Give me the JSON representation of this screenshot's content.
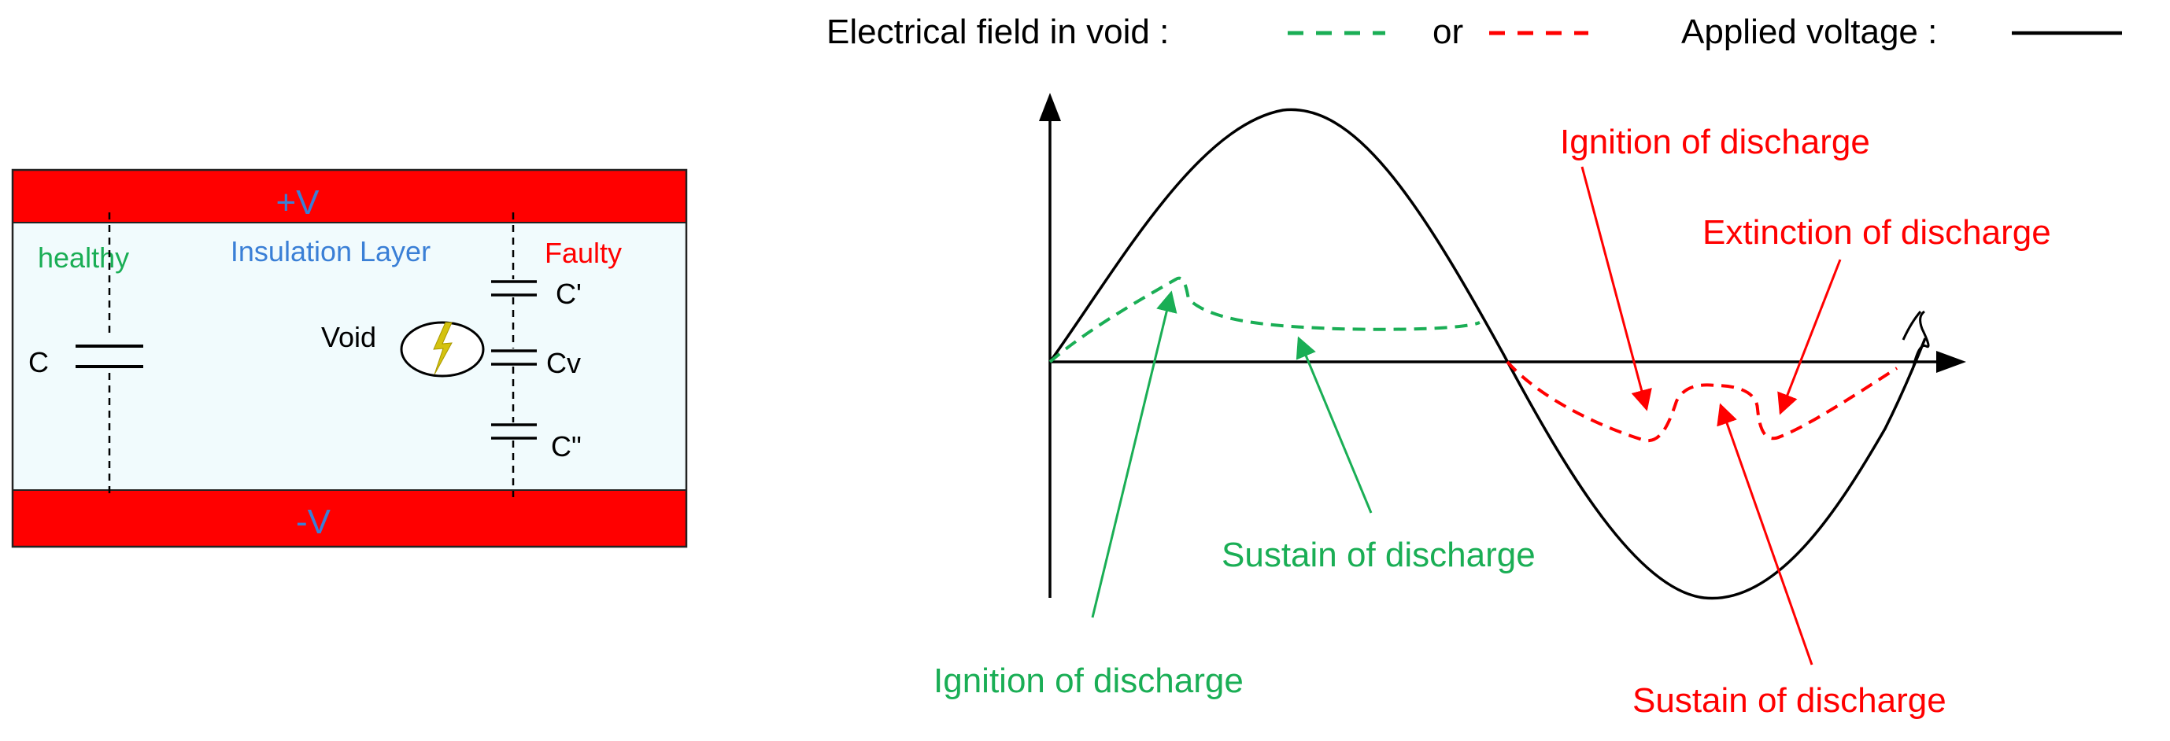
{
  "colors": {
    "green": "#1aae55",
    "red": "#ff0000",
    "blue": "#3a7fd6",
    "black": "#000000",
    "electrode": "#ff0000",
    "insulation": "#f1fbfd",
    "spark": "#d4c20f"
  },
  "icons": {
    "spark": "lightning-bolt-icon",
    "tilde": "break-mark-icon"
  },
  "cross_section": {
    "top_electrode": "+V",
    "bottom_electrode": "-V",
    "layer_label": "Insulation Layer",
    "healthy_label": "healthy",
    "faulty_label": "Faulty",
    "void_label": "Void",
    "capacitor_c": "C",
    "capacitor_c1": "C'",
    "capacitor_cv": "Cv",
    "capacitor_c2": "C\""
  },
  "legend": {
    "field_label": "Electrical field in void :",
    "or_label": "or",
    "voltage_label": "Applied voltage :"
  },
  "annotations": {
    "green_ignition": "Ignition of discharge",
    "green_sustain": "Sustain of discharge",
    "red_ignition": "Ignition of discharge",
    "red_extinction": "Extinction of discharge",
    "red_sustain": "Sustain of discharge"
  }
}
